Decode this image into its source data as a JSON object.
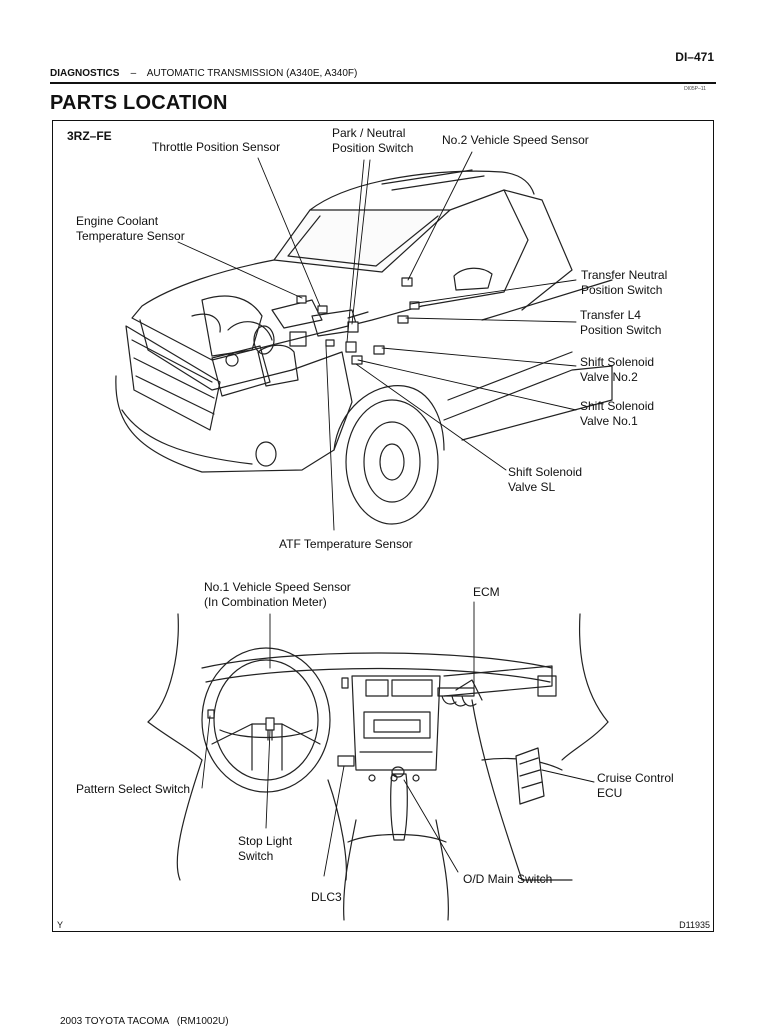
{
  "header": {
    "page_number": "DI–471",
    "section": "DIAGNOSTICS",
    "separator": "–",
    "subsection": "AUTOMATIC TRANSMISSION (A340E, A340F)",
    "doc_id": "DI05P–11"
  },
  "title": "PARTS LOCATION",
  "figure": {
    "engine_label": "3RZ–FE",
    "labels": {
      "throttle_position_sensor": "Throttle Position Sensor",
      "park_neutral_position_switch": "Park / Neutral\nPosition Switch",
      "no2_vehicle_speed_sensor": "No.2 Vehicle Speed Sensor",
      "engine_coolant_temperature_sensor": "Engine Coolant\nTemperature Sensor",
      "transfer_neutral_position_switch": "Transfer Neutral\nPosition Switch",
      "transfer_l4_position_switch": "Transfer L4\nPosition Switch",
      "shift_solenoid_valve_no2": "Shift Solenoid\nValve No.2",
      "shift_solenoid_valve_no1": "Shift Solenoid\nValve No.1",
      "shift_solenoid_valve_sl": "Shift Solenoid\nValve SL",
      "atf_temperature_sensor": "ATF Temperature Sensor",
      "no1_vehicle_speed_sensor": "No.1 Vehicle Speed Sensor\n(In Combination Meter)",
      "ecm": "ECM",
      "cruise_control_ecu": "Cruise Control\nECU",
      "pattern_select_switch": "Pattern Select Switch",
      "stop_light_switch": "Stop Light\nSwitch",
      "od_main_switch": "O/D Main Switch",
      "dlc3": "DLC3"
    },
    "corner_left": "Y",
    "figure_id": "D11935"
  },
  "footer": "2003 TOYOTA TACOMA   (RM1002U)"
}
